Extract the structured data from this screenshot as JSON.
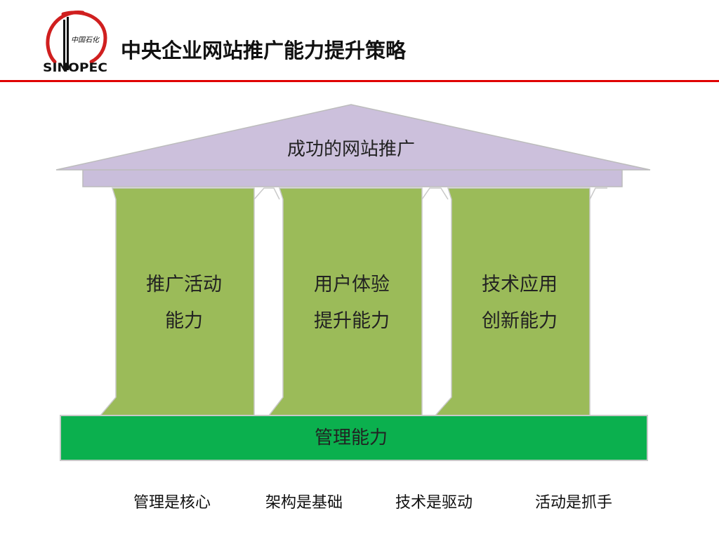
{
  "header": {
    "logo": {
      "icon": "sinopec-logo-icon",
      "chinese_text": "中国石化",
      "wordmark": "SINOPEC",
      "color": "#d01f1f"
    },
    "title": "中央企业网站推广能力提升策略",
    "rule_color": "#e00000"
  },
  "diagram": {
    "roof": {
      "label": "成功的网站推广",
      "color": "#ccc0dc"
    },
    "pillars": [
      {
        "lines": [
          "推广活动",
          "能力"
        ]
      },
      {
        "lines": [
          "用户体验",
          "提升能力"
        ]
      },
      {
        "lines": [
          "技术应用",
          "创新能力"
        ]
      }
    ],
    "pillar_color": "#9bbb59",
    "base": {
      "label": "管理能力",
      "color": "#0bb04e"
    }
  },
  "footer": {
    "phrases": [
      "管理是核心",
      "架构是基础",
      "技术是驱动",
      "活动是抓手"
    ]
  }
}
